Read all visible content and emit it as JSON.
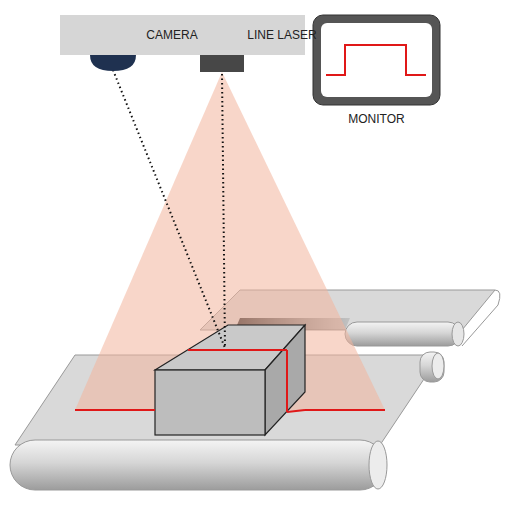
{
  "diagram": {
    "nodes": [
      {
        "text": [
          "CAMERA",
          "LINE LASER"
        ]
      },
      {
        "text": [
          "MONITOR"
        ]
      }
    ]
  }
}
